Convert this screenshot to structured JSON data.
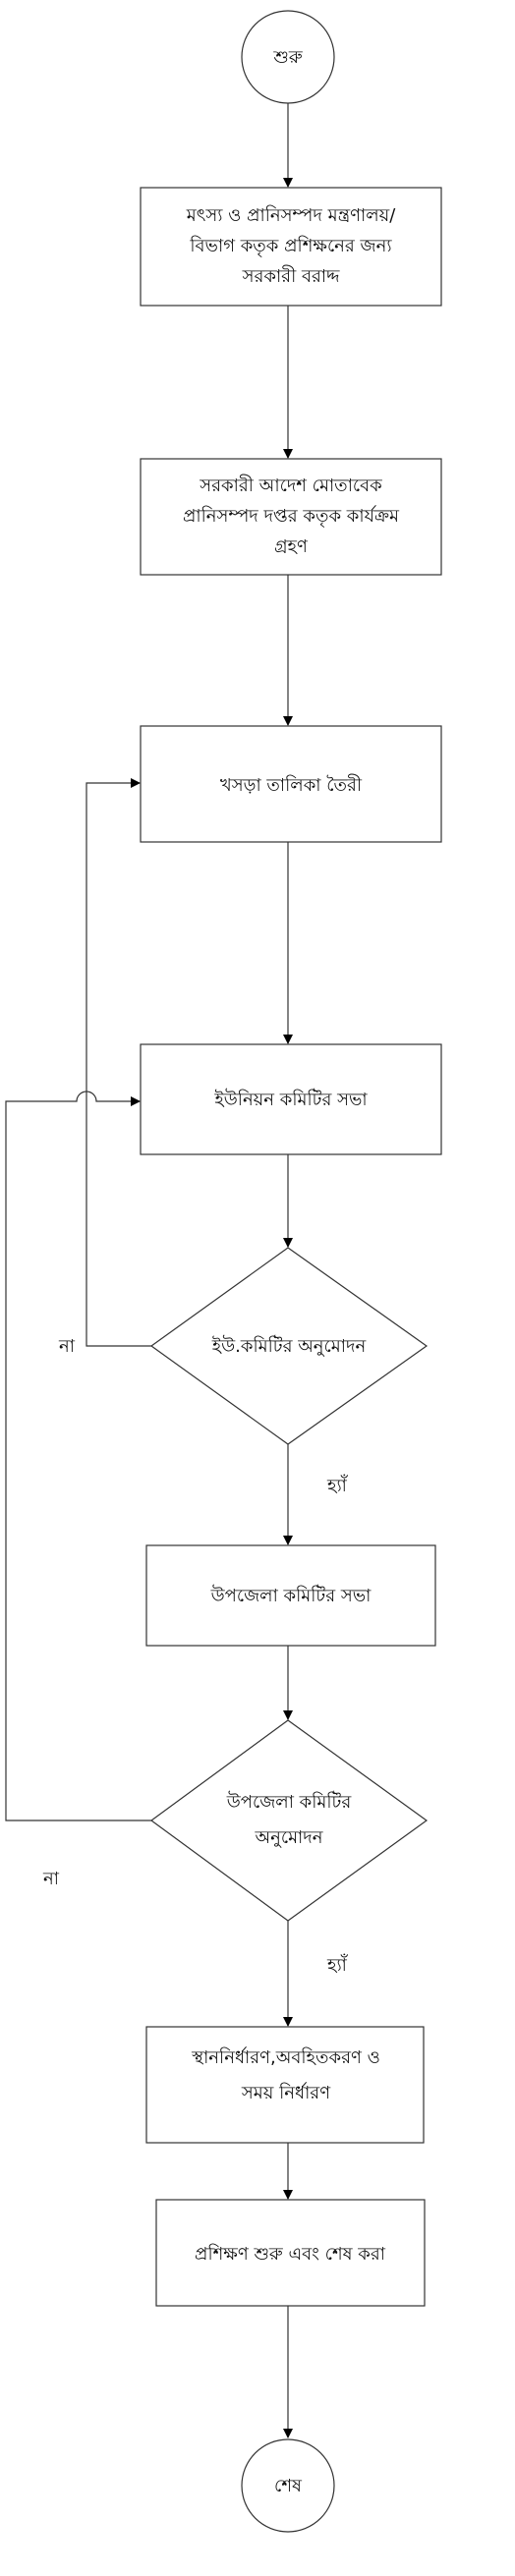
{
  "nodes": {
    "start": "শুরু",
    "allocation": [
      "মৎস্য ও প্রানিসম্পদ মন্ত্রণালয়/",
      "বিভাগ কতৃক প্রশিক্ষনের জন্য",
      "সরকারী বরাদ্দ"
    ],
    "program": [
      "সরকারী আদেশ মোতাবেক",
      "প্রানিসম্পদ দপ্তর কতৃক কার্যক্রম",
      "গ্রহণ"
    ],
    "draft_list": "খসড়া তালিকা  তৈরী",
    "union_meeting": "ইউনিয়ন কমিটির সভা",
    "union_approval": "ইউ.কমিটির অনুমোদন",
    "upazila_meeting": "উপজেলা কমিটির সভা",
    "upazila_approval": [
      "উপজেলা কমিটির",
      "অনুমোদন"
    ],
    "venue": [
      "স্থাননির্ধারণ,অবহিতকরণ ও",
      "সময় নির্ধারণ"
    ],
    "training": "প্রশিক্ষণ শুরু এবং শেষ করা",
    "end": "শেষ"
  },
  "edges": {
    "union_no": "না",
    "union_yes": "হ্যাঁ",
    "upazila_no": "না",
    "upazila_yes": "হ্যাঁ"
  }
}
